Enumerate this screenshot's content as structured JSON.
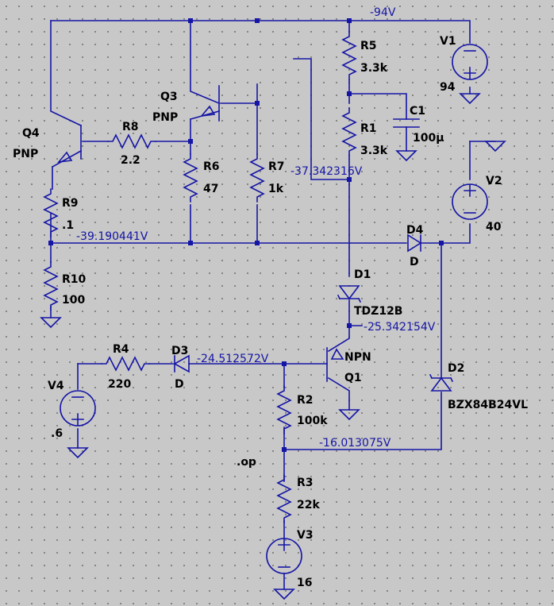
{
  "colors": {
    "wire": "#1515a6",
    "background": "#c8c8c8",
    "grid_dot": "#7a7a7a",
    "label": "#000000"
  },
  "components": {
    "q4": {
      "ref": "Q4",
      "model": "PNP"
    },
    "q3": {
      "ref": "Q3",
      "model": "PNP"
    },
    "q1": {
      "ref": "Q1",
      "model": "NPN"
    },
    "r1": {
      "ref": "R1",
      "value": "3.3k"
    },
    "r2": {
      "ref": "R2",
      "value": "100k"
    },
    "r3": {
      "ref": "R3",
      "value": "22k"
    },
    "r4": {
      "ref": "R4",
      "value": "220"
    },
    "r5": {
      "ref": "R5",
      "value": "3.3k"
    },
    "r6": {
      "ref": "R6",
      "value": "47"
    },
    "r7": {
      "ref": "R7",
      "value": "1k"
    },
    "r8": {
      "ref": "R8",
      "value": "2.2"
    },
    "r9": {
      "ref": "R9",
      "value": ".1"
    },
    "r10": {
      "ref": "R10",
      "value": "100"
    },
    "c1": {
      "ref": "C1",
      "value": "100µ"
    },
    "d1": {
      "ref": "D1",
      "model": "TDZ12B"
    },
    "d2": {
      "ref": "D2",
      "model": "BZX84B24VL"
    },
    "d3": {
      "ref": "D3",
      "model": "D"
    },
    "d4": {
      "ref": "D4",
      "model": "D"
    },
    "v1": {
      "ref": "V1",
      "value": "94"
    },
    "v2": {
      "ref": "V2",
      "value": "40"
    },
    "v3": {
      "ref": "V3",
      "value": "16"
    },
    "v4": {
      "ref": "V4",
      "value": ".6"
    }
  },
  "voltages": {
    "top_rail": "-94V",
    "emitter_node": "-39.190441V",
    "r1_bottom": "-37.342316V",
    "q1_collector": "-25.342154V",
    "q1_base": "-24.512572V",
    "r2_bottom": "-16.013075V"
  },
  "directive": ".op",
  "icons": [
    "ground-icon",
    "voltage-source-icon",
    "resistor-icon",
    "capacitor-icon",
    "diode-icon",
    "zener-diode-icon",
    "pnp-transistor-icon",
    "npn-transistor-icon"
  ]
}
